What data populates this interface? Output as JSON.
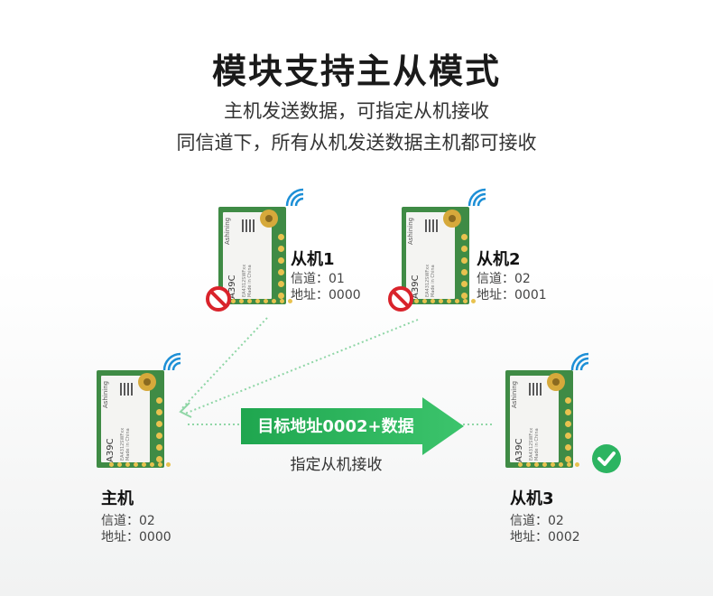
{
  "title": "模块支持主从模式",
  "subtitle_line1": "主机发送数据，可指定从机接收",
  "subtitle_line2": "同信道下，所有从机发送数据主机都可接收",
  "module": {
    "brand": "Ashining",
    "part": "A39C",
    "fine_line1": "EA4312SWFxx",
    "fine_line2": "Made in China"
  },
  "slave1": {
    "name": "从机1",
    "channel": "信道：01",
    "address": "地址：0000"
  },
  "slave2": {
    "name": "从机2",
    "channel": "信道：02",
    "address": "地址：0001"
  },
  "master": {
    "name": "主机",
    "channel": "信道：02",
    "address": "地址：0000"
  },
  "slave3": {
    "name": "从机3",
    "channel": "信道：02",
    "address": "地址：0002"
  },
  "arrow_label": "目标地址0002+数据",
  "arrow_caption": "指定从机接收",
  "colors": {
    "accent_green": "#2cb461",
    "module_green": "#3f8b45",
    "block_red": "#d9232b"
  }
}
